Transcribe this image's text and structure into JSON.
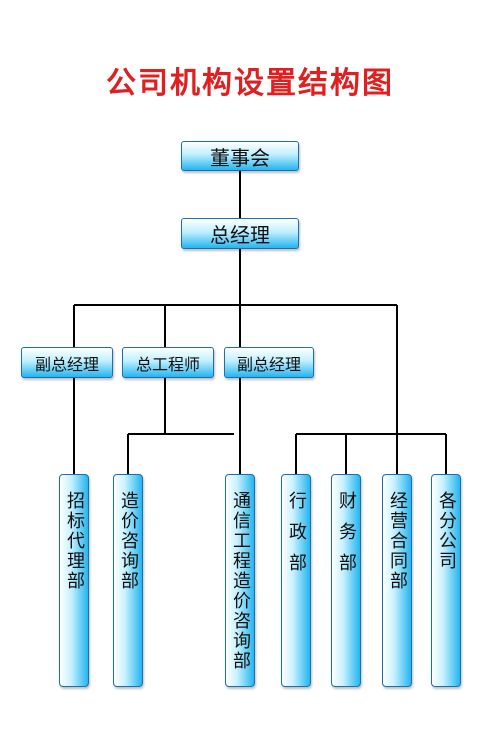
{
  "title": "公司机构设置结构图",
  "nodes": {
    "board": "董事会",
    "gm": "总经理",
    "vp1": "副总经理",
    "chief_engineer": "总工程师",
    "vp2": "副总经理",
    "d1": "招标代理部",
    "d2": "造价咨询部",
    "d3": "通信工程造价咨询部",
    "d4": "行政部",
    "d5": "财务部",
    "d6": "经营合同部",
    "d7": "各分公司"
  }
}
